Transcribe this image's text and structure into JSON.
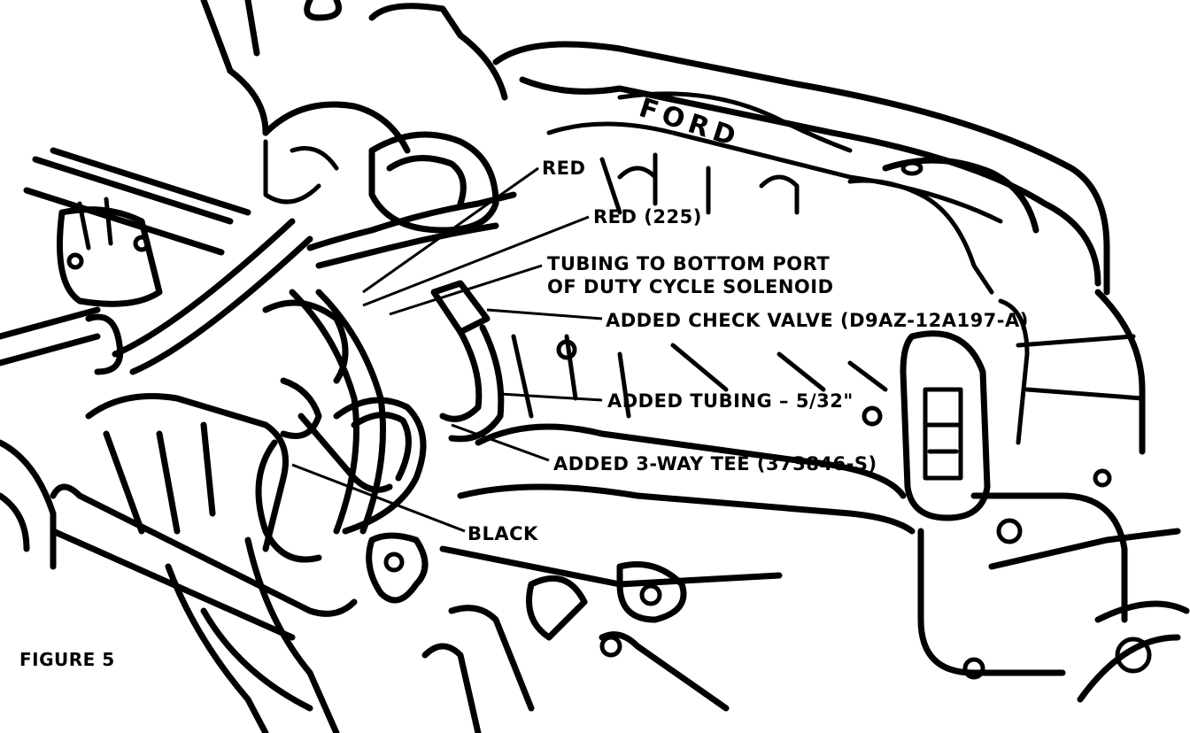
{
  "figure_label": "FIGURE 5",
  "engine_cover_text": "FORD",
  "callouts": {
    "red": "RED",
    "red_225": "RED (225)",
    "tubing_line1": "TUBING TO BOTTOM PORT",
    "tubing_line2": "OF DUTY CYCLE SOLENOID",
    "check_valve": "ADDED CHECK VALVE (D9AZ-12A197-A)",
    "added_tubing": "ADDED TUBING – 5/32\"",
    "three_way_tee": "ADDED 3-WAY TEE (373846-S)",
    "black": "BLACK"
  }
}
